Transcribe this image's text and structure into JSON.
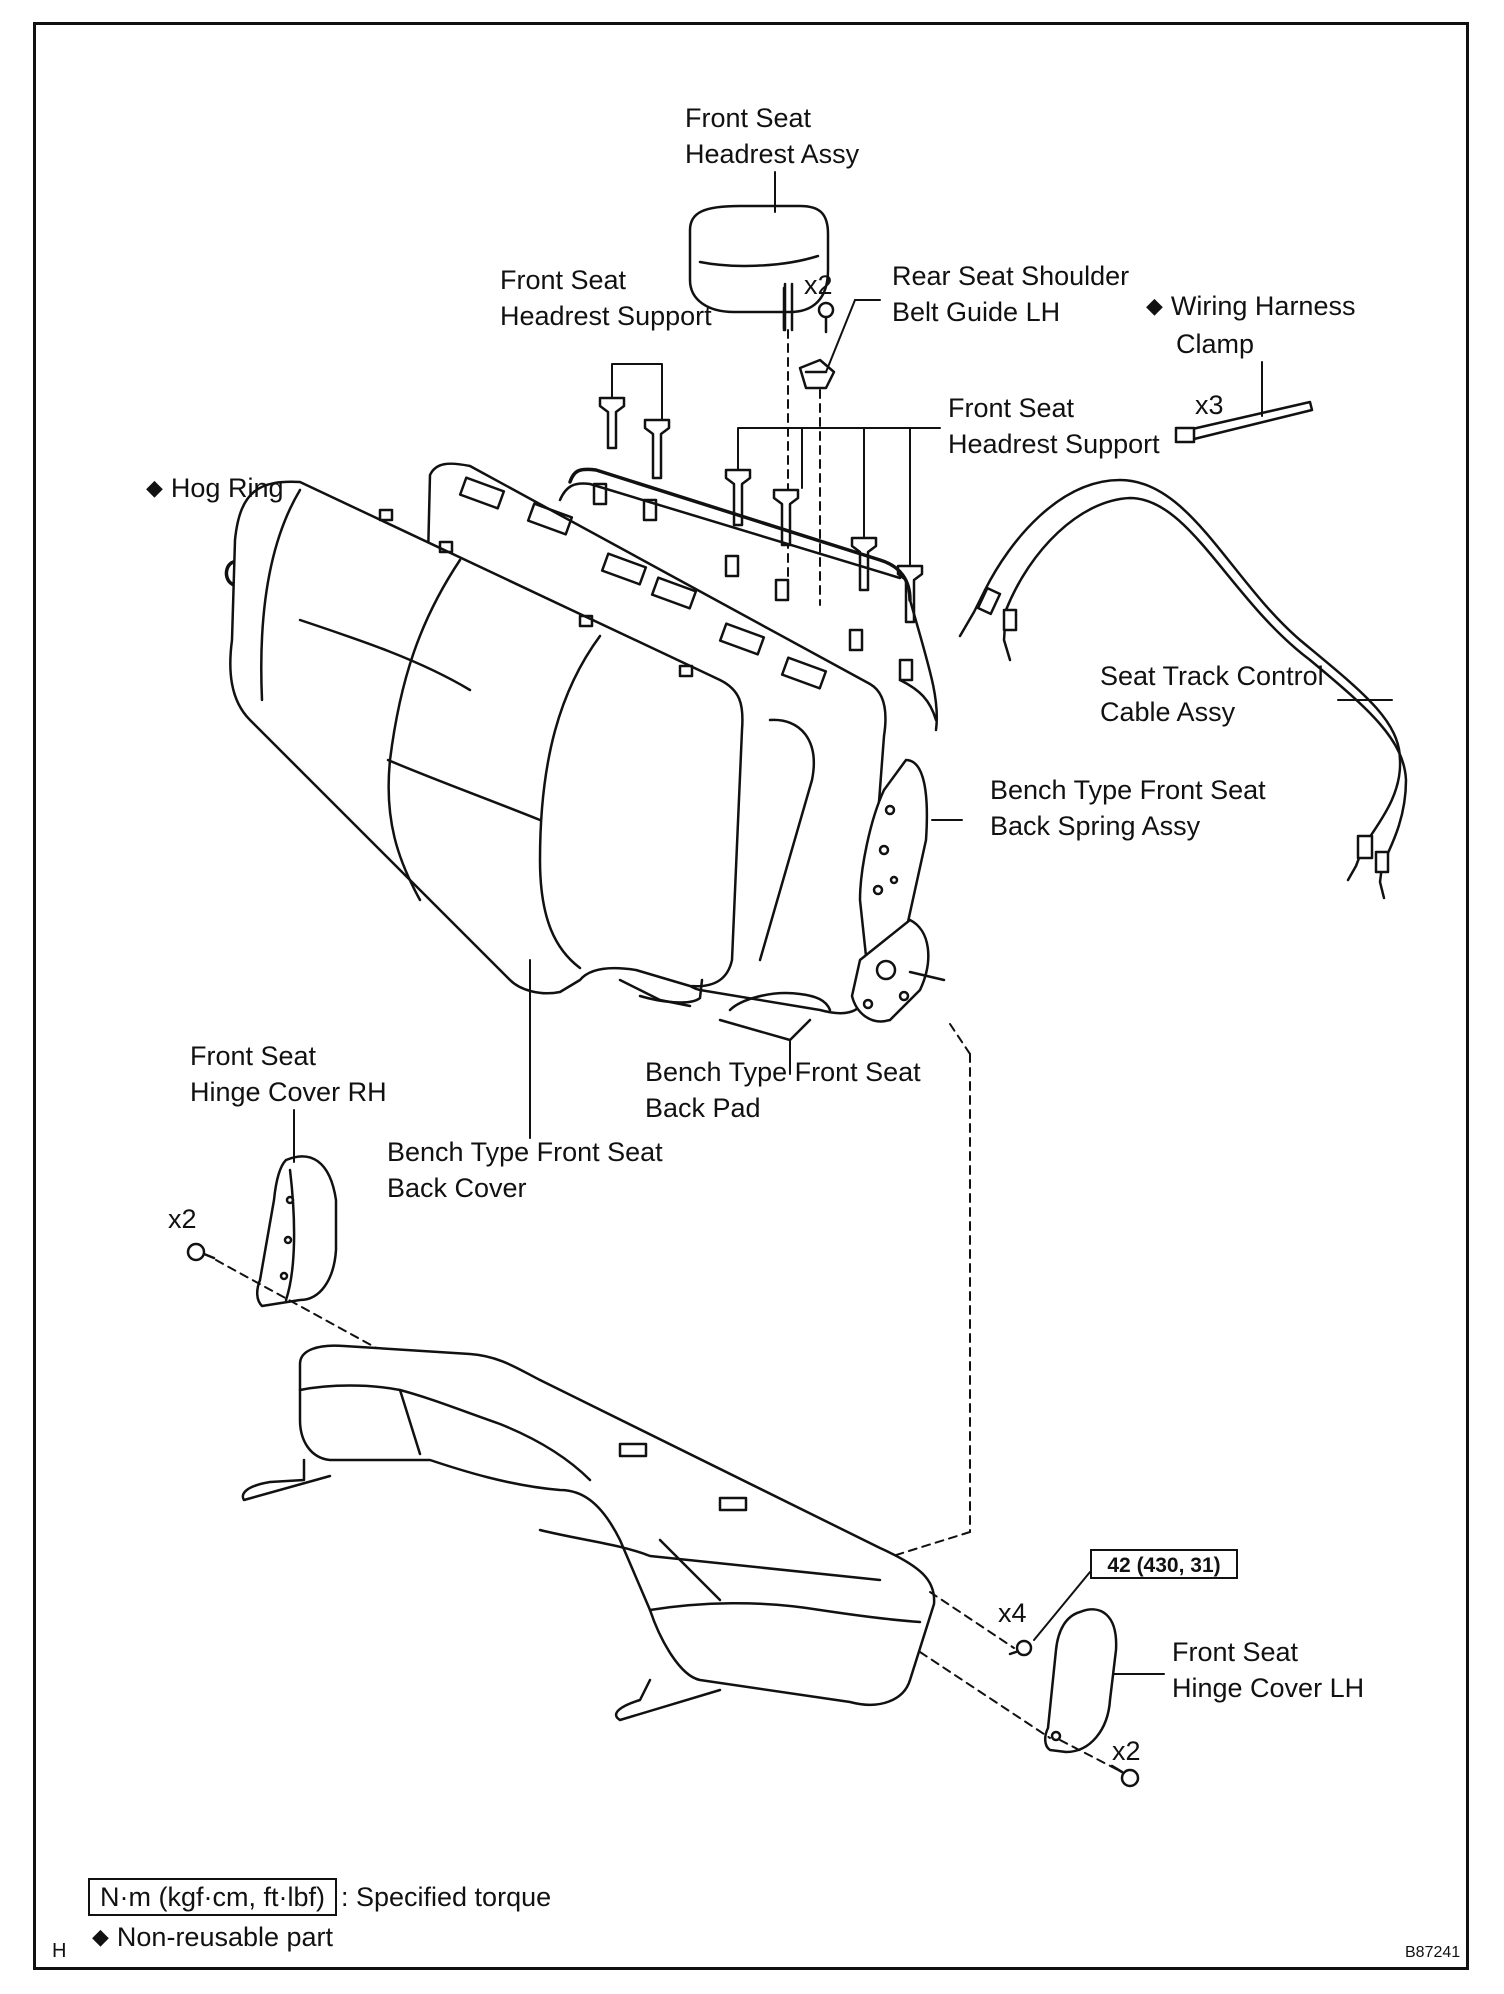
{
  "labels": {
    "headrest_assy": [
      "Front Seat",
      "Headrest Assy"
    ],
    "headrest_support_left": [
      "Front Seat",
      "Headrest Support"
    ],
    "belt_guide": [
      "Rear Seat Shoulder",
      "Belt Guide LH"
    ],
    "wiring_clamp": [
      "Wiring Harness",
      "Clamp"
    ],
    "headrest_support_right": [
      "Front Seat",
      "Headrest Support"
    ],
    "hog_ring": "Hog Ring",
    "cable_assy": [
      "Seat Track Control",
      "Cable Assy"
    ],
    "spring_assy": [
      "Bench Type Front Seat",
      "Back Spring Assy"
    ],
    "back_pad": [
      "Bench Type Front Seat",
      "Back Pad"
    ],
    "hinge_cover_rh": [
      "Front Seat",
      "Hinge Cover RH"
    ],
    "back_cover": [
      "Bench Type Front Seat",
      "Back Cover"
    ],
    "hinge_cover_lh": [
      "Front Seat",
      "Hinge Cover LH"
    ]
  },
  "quantities": {
    "belt_guide_screw": "x2",
    "wiring_clamp": "x3",
    "hinge_rh_screw": "x2",
    "hinge_lh_bolt": "x4",
    "hinge_lh_screw": "x2"
  },
  "symbols": {
    "non_reusable": "◆"
  },
  "torque": "42 (430, 31)",
  "legend": {
    "torque_unit": "N·m (kgf·cm, ft·lbf)",
    "torque_text": ": Specified torque",
    "non_reusable_text": "Non-reusable part"
  },
  "corner": {
    "left": "H",
    "right": "B87241"
  }
}
